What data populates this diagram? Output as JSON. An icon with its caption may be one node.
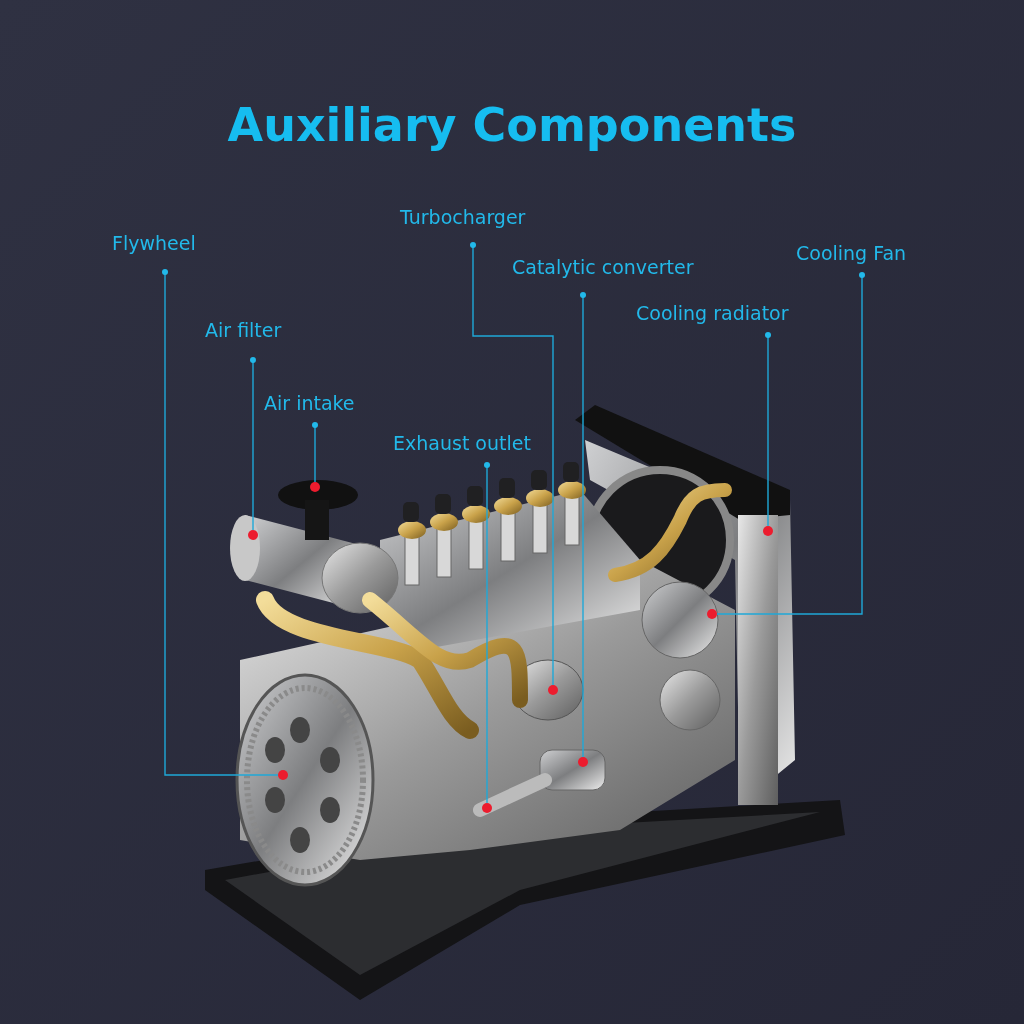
{
  "diagram": {
    "title": "Auxiliary Components",
    "nodes": [
      {
        "text": [
          "Turbocharger"
        ]
      },
      {
        "text": [
          "Flywheel"
        ]
      },
      {
        "text": [
          "Cooling Fan"
        ]
      },
      {
        "text": [
          "Catalytic converter"
        ]
      },
      {
        "text": [
          "Cooling radiator"
        ]
      },
      {
        "text": [
          "Air filter"
        ]
      },
      {
        "text": [
          "Air intake"
        ]
      },
      {
        "text": [
          "Exhaust outlet"
        ]
      },
      {
        "text": [],
        "shape": "circle"
      },
      {
        "text": [],
        "shape": "circle"
      },
      {
        "text": [],
        "shape": "circle"
      },
      {
        "text": [],
        "shape": "circle"
      },
      {
        "text": [],
        "shape": "circle"
      },
      {
        "text": [],
        "shape": "circle"
      },
      {
        "text": [],
        "shape": "circle"
      },
      {
        "text": [],
        "shape": "circle"
      }
    ],
    "edges": [
      {
        "from": 0,
        "to": 12,
        "arrow": "other"
      },
      {
        "from": 1,
        "to": 9,
        "arrow": "other"
      },
      {
        "from": 2,
        "to": 14,
        "arrow": "other"
      },
      {
        "from": 3,
        "to": 13,
        "arrow": "other"
      },
      {
        "from": 4,
        "to": 15,
        "arrow": "other"
      },
      {
        "from": 5,
        "to": 8,
        "arrow": "other"
      },
      {
        "from": 6,
        "to": 10,
        "arrow": "other"
      },
      {
        "from": 7,
        "to": 11,
        "arrow": "other"
      }
    ]
  }
}
